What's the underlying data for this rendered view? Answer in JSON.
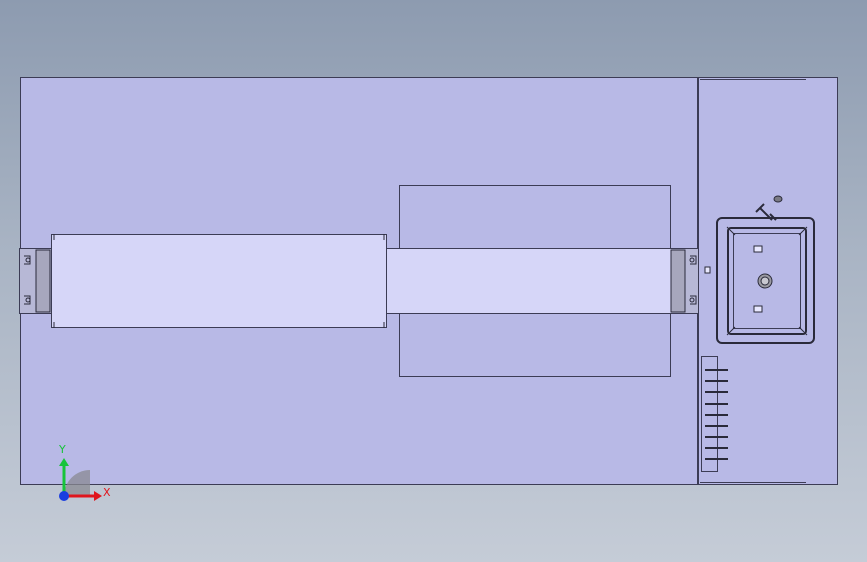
{
  "viewport": {
    "background_top": "#8d9bb0",
    "background_bottom": "#c5ccd7"
  },
  "model": {
    "base_color": "#b8b9e6",
    "face_color": "#d6d6f8",
    "edge_color": "#3c3c55",
    "metal_color": "#9a9aa2",
    "slot_count": 9
  },
  "triad": {
    "x_label": "X",
    "y_label": "Y",
    "x_color": "#e0151d",
    "y_color": "#17c43a",
    "z_color": "#1a3ee0"
  }
}
